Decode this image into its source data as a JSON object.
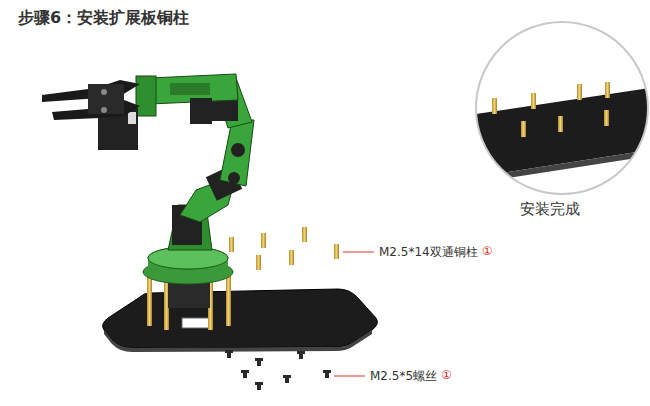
{
  "diagram": {
    "title": "步骤6：安装扩展板铜柱",
    "labels": [
      "安装完成",
      "M2.5*14双通铜柱",
      "①",
      "M2.5*5螺丝",
      "①"
    ]
  }
}
